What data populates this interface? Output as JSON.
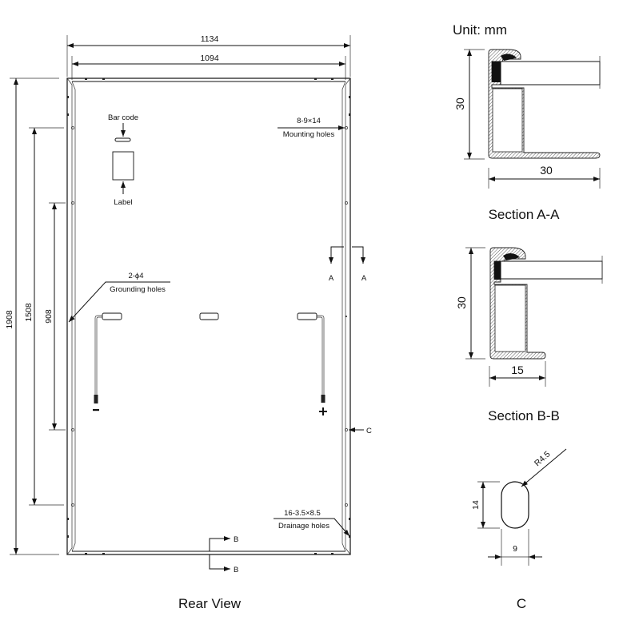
{
  "unit_label": "Unit: mm",
  "rear_view": {
    "title": "Rear View",
    "dims": {
      "overall_width": "1134",
      "inner_width": "1094",
      "overall_length": "1908",
      "mount_spacing_outer": "1508",
      "mount_spacing_inner": "908"
    },
    "bar_code_label": "Bar code",
    "label_label": "Label",
    "mounting_holes": {
      "spec": "8-9×14",
      "label": "Mounting holes"
    },
    "grounding_holes": {
      "spec": "2-ϕ4",
      "label": "Grounding holes"
    },
    "drainage_holes": {
      "spec": "16-3.5×8.5",
      "label": "Drainage holes"
    },
    "section_markers": {
      "a": "A",
      "b": "B",
      "c": "C"
    },
    "polarity": {
      "negative": "−",
      "positive": "+"
    }
  },
  "section_a": {
    "title": "Section A-A",
    "height": "30",
    "width": "30"
  },
  "section_b": {
    "title": "Section B-B",
    "height": "30",
    "width": "15"
  },
  "detail_c": {
    "title": "C",
    "radius": "R4.5",
    "height": "14",
    "width": "9"
  }
}
